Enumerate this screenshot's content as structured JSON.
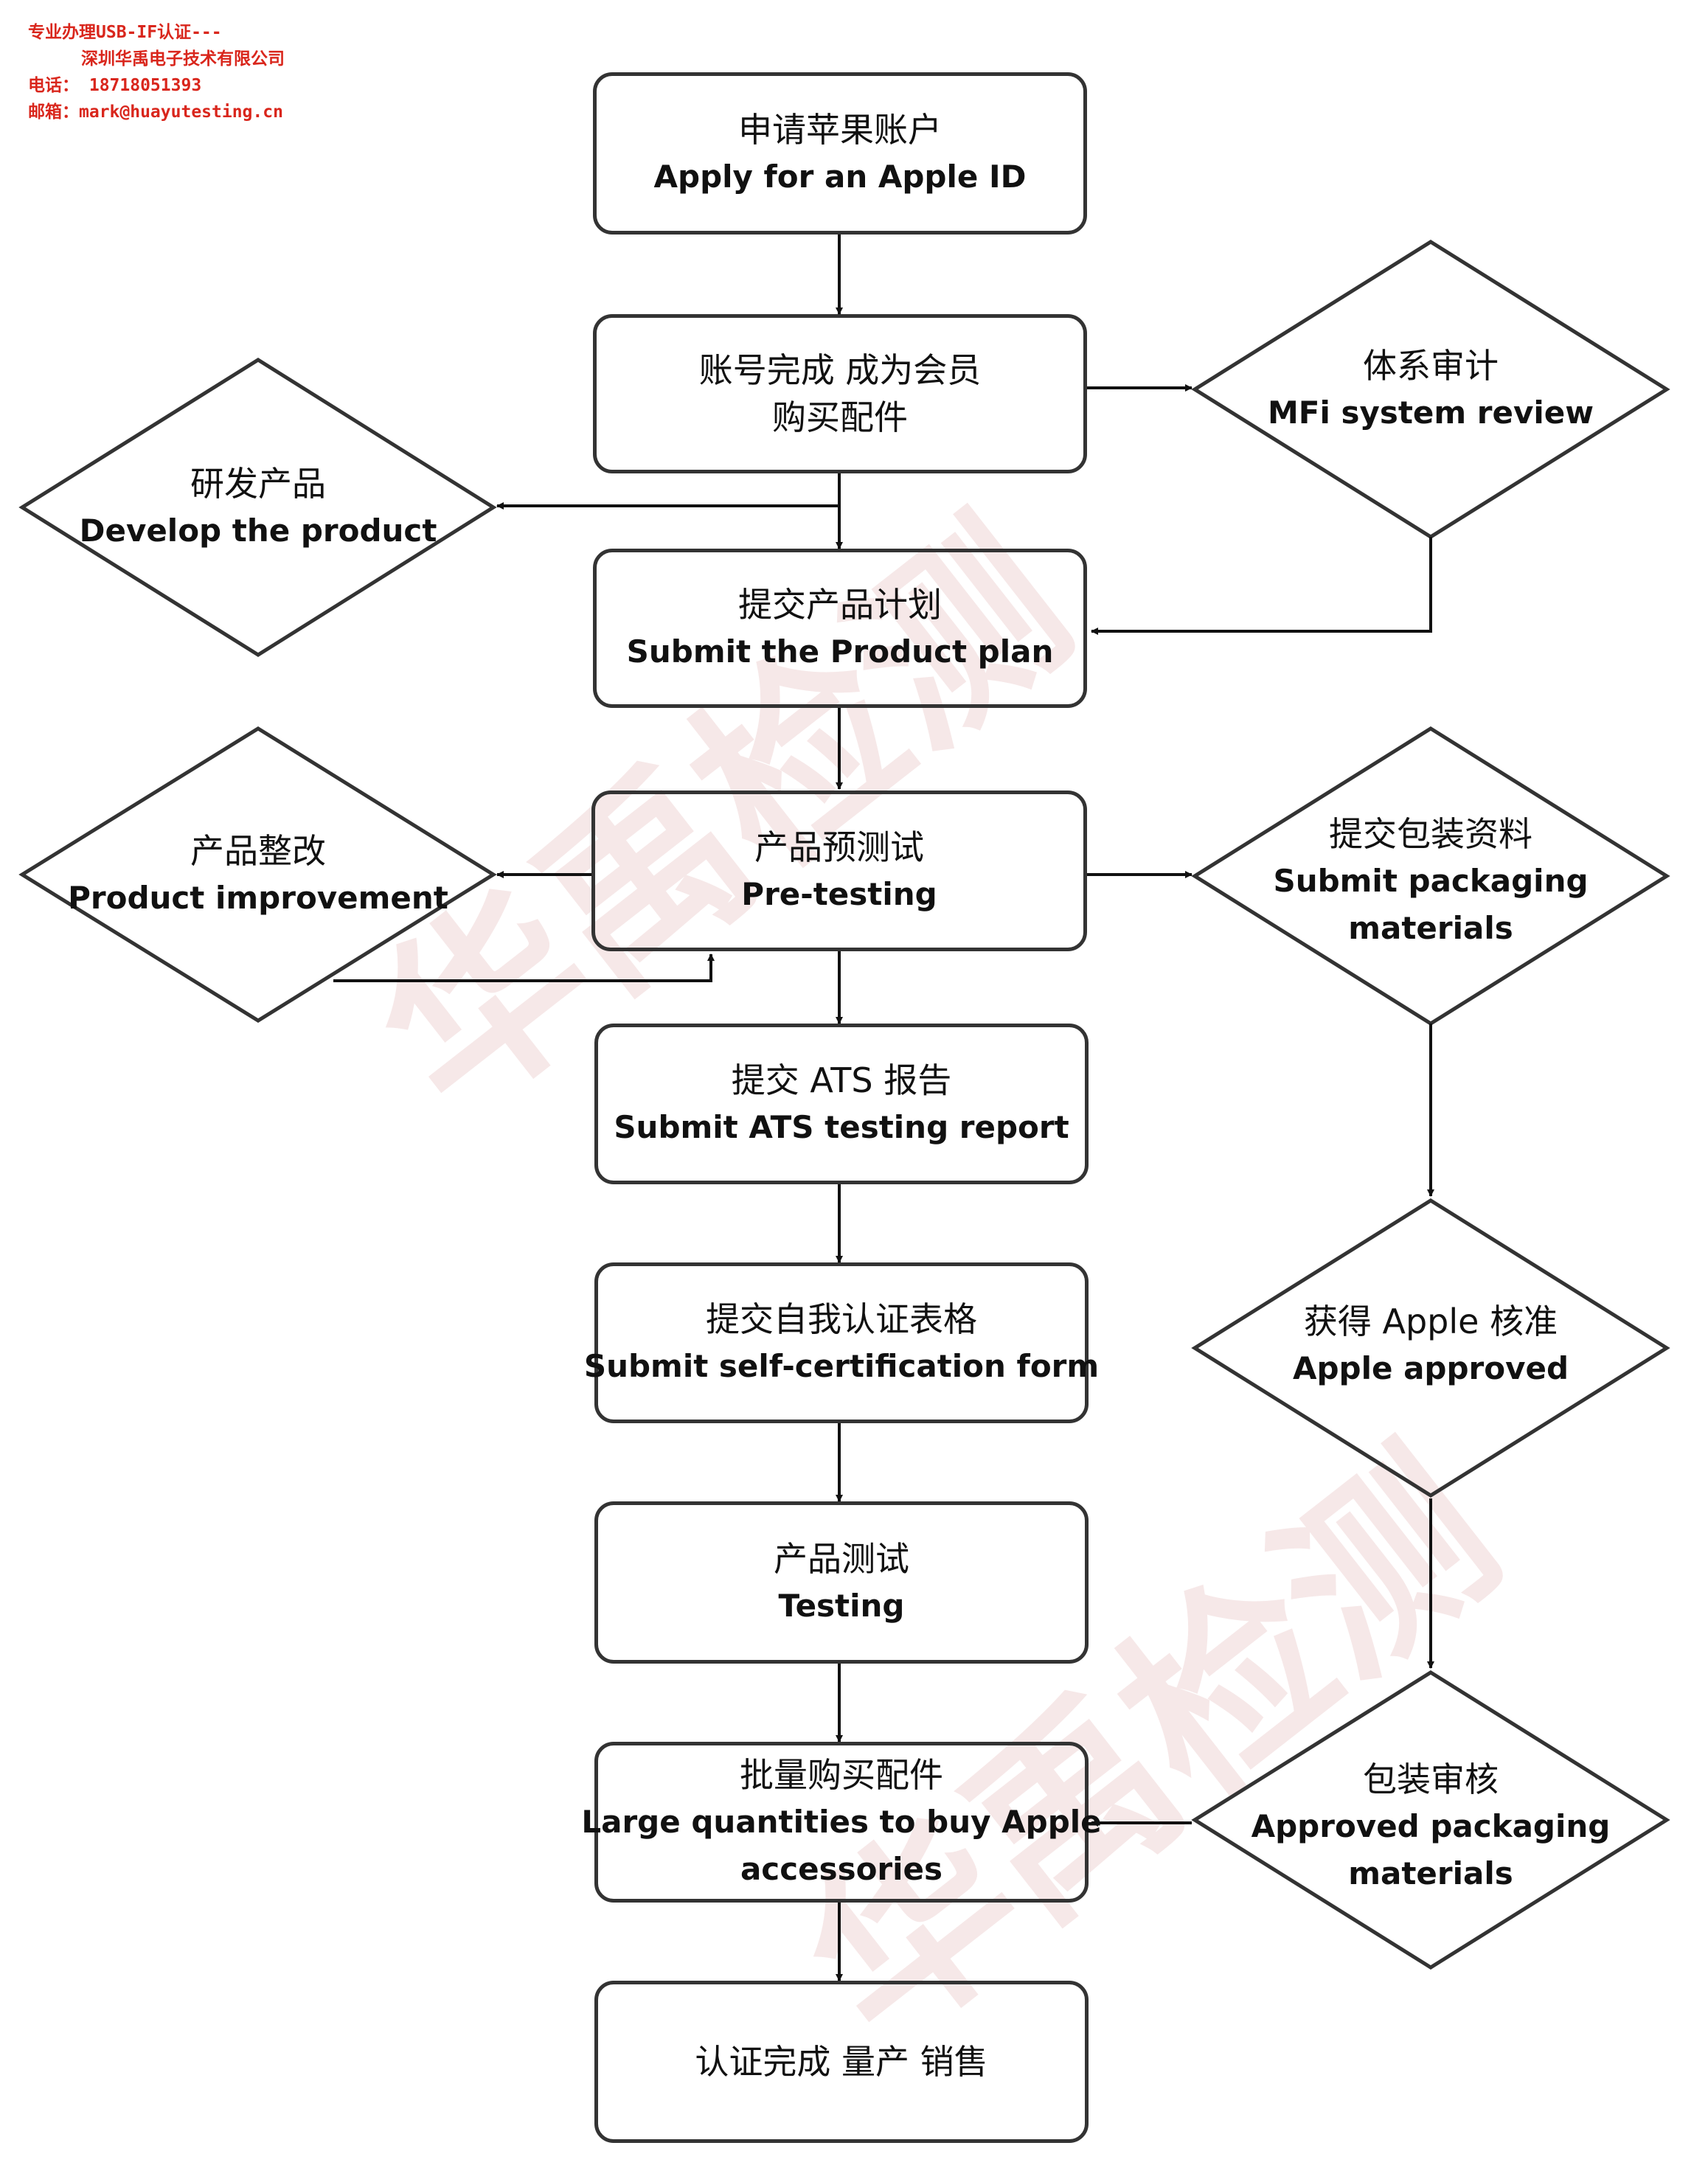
{
  "header": {
    "line1": "专业办理USB-IF认证---",
    "line2": "深圳华禹电子技术有限公司",
    "line3": "电话： 18718051393",
    "line4": "邮箱：mark@huayutesting.cn"
  },
  "watermark": {
    "text1": "华禹检测",
    "text2": "华禹检测"
  },
  "colors": {
    "header_text": "#d9261c",
    "stroke": "#333333",
    "arrow": "#111111",
    "watermark": "#cd827d"
  },
  "steps": {
    "apply": {
      "zh": "申请苹果账户",
      "en": "Apply for an Apple ID"
    },
    "member": {
      "zh": "账号完成  成为会员",
      "zh2": "购买配件"
    },
    "plan": {
      "zh": "提交产品计划",
      "en": "Submit the Product plan"
    },
    "pretest": {
      "zh": "产品预测试",
      "en": "Pre-testing"
    },
    "ats": {
      "zh": "提交 ATS 报告",
      "en": "Submit ATS testing report"
    },
    "selfcert": {
      "zh": "提交自我认证表格",
      "en": "Submit self-certification form"
    },
    "testing": {
      "zh": "产品测试",
      "en": "Testing"
    },
    "bulk": {
      "zh": "批量购买配件",
      "en": "Large quantities to buy Apple",
      "en2": "accessories"
    },
    "done": {
      "zh": "认证完成  量产  销售"
    }
  },
  "decisions": {
    "develop": {
      "zh": "研发产品",
      "en": "Develop the product"
    },
    "review": {
      "zh": "体系审计",
      "en": "MFi system review"
    },
    "improve": {
      "zh": "产品整改",
      "en": "Product improvement"
    },
    "packaging": {
      "zh": "提交包装资料",
      "en": "Submit packaging",
      "en2": "materials"
    },
    "approved": {
      "zh": "获得 Apple 核准",
      "en": "Apple approved"
    },
    "pkg_review": {
      "zh": "包装审核",
      "en": "Approved packaging",
      "en2": "materials"
    }
  }
}
